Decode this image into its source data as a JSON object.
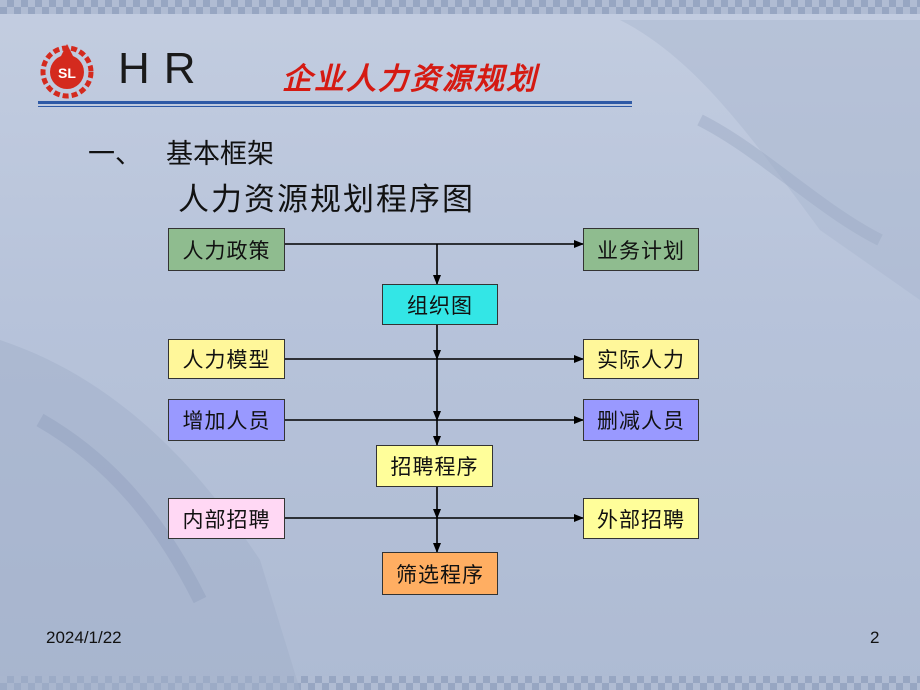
{
  "header": {
    "logo_text": "SL",
    "hr_text": "HR",
    "slide_title": "企业人力资源规划"
  },
  "section": {
    "number": "一、",
    "title": "基本框架"
  },
  "diagram": {
    "title": "人力资源规划程序图",
    "boxes": {
      "hr_policy": "人力政策",
      "business_plan": "业务计划",
      "org_chart": "组织图",
      "hr_model": "人力模型",
      "actual_hr": "实际人力",
      "add_staff": "增加人员",
      "cut_staff": "删减人员",
      "recruit_process": "招聘程序",
      "internal_recruit": "内部招聘",
      "external_recruit": "外部招聘",
      "screening_process": "筛选程序"
    }
  },
  "footer": {
    "date": "2024/1/22",
    "page": "2"
  },
  "colors": {
    "title_red": "#d51a12",
    "rule_blue": "#2f5aa6",
    "logo_red": "#d42a1e"
  }
}
